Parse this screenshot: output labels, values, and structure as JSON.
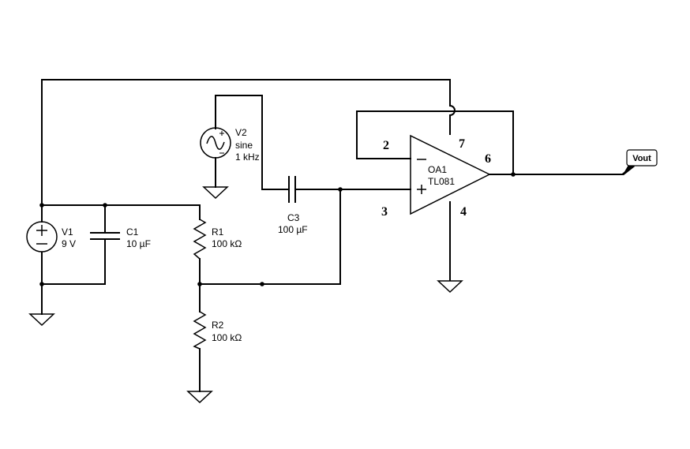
{
  "components": {
    "v1": {
      "name": "V1",
      "value": "9 V"
    },
    "c1": {
      "name": "C1",
      "value": "10 µF"
    },
    "r1": {
      "name": "R1",
      "value": "100 kΩ"
    },
    "r2": {
      "name": "R2",
      "value": "100 kΩ"
    },
    "v2": {
      "name": "V2",
      "type": "sine",
      "freq": "1 kHz"
    },
    "c3": {
      "name": "C3",
      "value": "100 µF"
    },
    "oa1": {
      "name": "OA1",
      "part": "TL081",
      "pins": {
        "inv": "2",
        "noninv": "3",
        "vpos": "7",
        "vneg": "4",
        "out": "6"
      }
    }
  },
  "output_tag": "Vout",
  "icons": {
    "ground": "ground-symbol-icon",
    "dc_source": "dc-voltage-source-icon",
    "ac_source": "ac-sine-source-icon",
    "capacitor": "capacitor-icon",
    "resistor": "resistor-icon",
    "opamp": "opamp-icon"
  }
}
